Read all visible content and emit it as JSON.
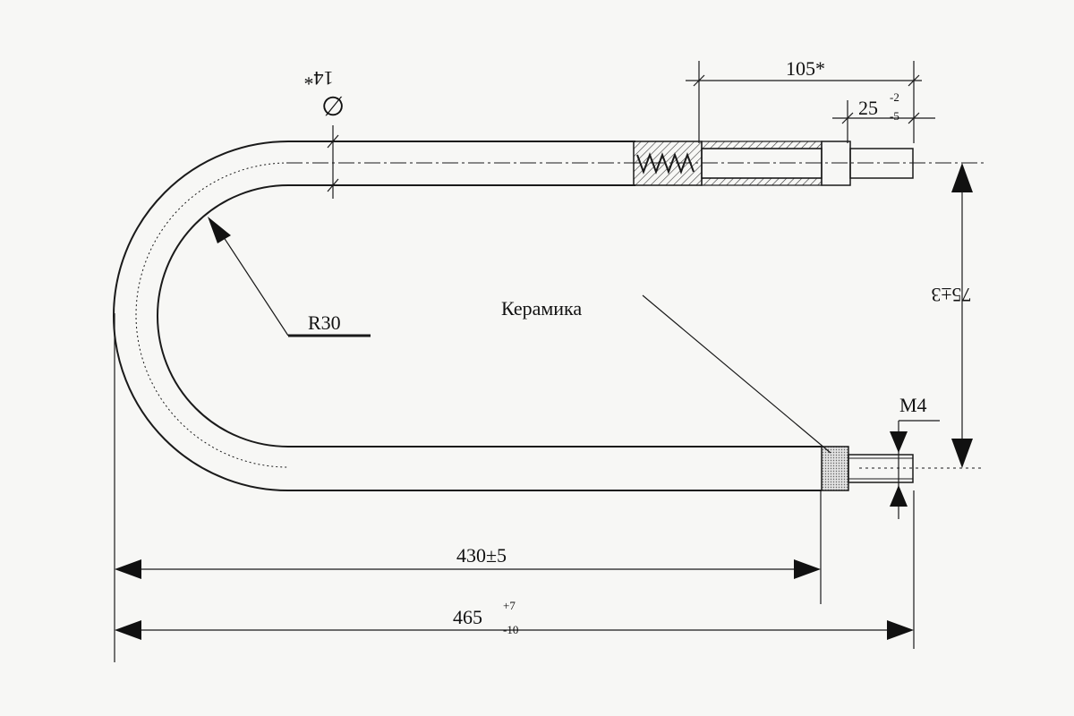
{
  "drawing": {
    "labels": {
      "diameter_symbol": "∅",
      "diameter_value": "14*",
      "length_105": "105*",
      "length_25": "25",
      "length_25_upper_tol": "-2",
      "length_25_lower_tol": "-5",
      "radius": "R30",
      "material": "Керамика",
      "thread": "M4",
      "height_75": "75±3",
      "length_430": "430±5",
      "length_465": "465",
      "length_465_upper_tol": "+7",
      "length_465_lower_tol": "-10"
    },
    "colors": {
      "ink": "#1a1a1a",
      "paper": "#f7f7f5",
      "ceramic_fill": "#d0d0d0"
    }
  }
}
